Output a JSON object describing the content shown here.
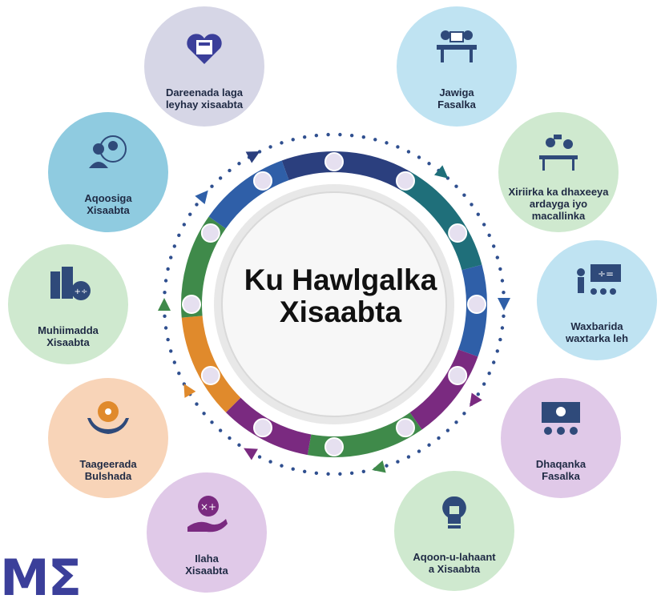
{
  "center": {
    "line1": "Ku Hawlgalka",
    "line2": "Xisaabta"
  },
  "logo": "MΣ",
  "colors": {
    "ring_blue": "#2f5fa8",
    "ring_navy": "#2b3f7e",
    "ring_teal": "#1f6f7a",
    "ring_green": "#3f8a4a",
    "ring_orange": "#e08a2c",
    "ring_purple": "#7a2a80",
    "ring_dots": "#2f4f8f"
  },
  "nodes": [
    {
      "name": "node-jawiga-fasalka",
      "line1": "Jawiga",
      "line2": "Fasalka",
      "line3": "",
      "bg": "#bfe3f2",
      "icon": "classroom-desk-icon"
    },
    {
      "name": "node-xiriirka",
      "line1": "Xiriirka ka dhaxeeya",
      "line2": "ardayga iyo",
      "line3": "macallinka",
      "bg": "#cfe9cf",
      "icon": "student-teacher-icon"
    },
    {
      "name": "node-waxbarida",
      "line1": "Waxbarida",
      "line2": "waxtarka leh",
      "line3": "",
      "bg": "#bfe3f2",
      "icon": "teacher-board-icon"
    },
    {
      "name": "node-dhaqanka-fasalka",
      "line1": "Dhaqanka",
      "line2": "Fasalka",
      "line3": "",
      "bg": "#e0c9e8",
      "icon": "presentation-audience-icon"
    },
    {
      "name": "node-aqoon",
      "line1": "Aqoon-u-lahaant",
      "line2": "a Xisaabta",
      "line3": "",
      "bg": "#cfe9cf",
      "icon": "lightbulb-book-icon"
    },
    {
      "name": "node-ilaha",
      "line1": "Ilaha",
      "line2": "Xisaabta",
      "line3": "",
      "bg": "#e0c9e8",
      "icon": "hand-math-icon"
    },
    {
      "name": "node-taageerada",
      "line1": "Taageerada",
      "line2": "Bulshada",
      "line3": "",
      "bg": "#f8d4b8",
      "icon": "hands-globe-icon"
    },
    {
      "name": "node-muhiimadda",
      "line1": "Muhiimadda",
      "line2": "Xisaabta",
      "line3": "",
      "bg": "#cfe9cf",
      "icon": "city-math-icon"
    },
    {
      "name": "node-aqoosiga",
      "line1": "Aqoosiga",
      "line2": "Xisaabta",
      "line3": "",
      "bg": "#8fcbe0",
      "icon": "person-identity-icon"
    },
    {
      "name": "node-dareenada",
      "line1": "Dareenada laga",
      "line2": "leyhay xisaabta",
      "line3": "",
      "bg": "#d6d6e6",
      "icon": "heart-calculator-icon"
    }
  ]
}
